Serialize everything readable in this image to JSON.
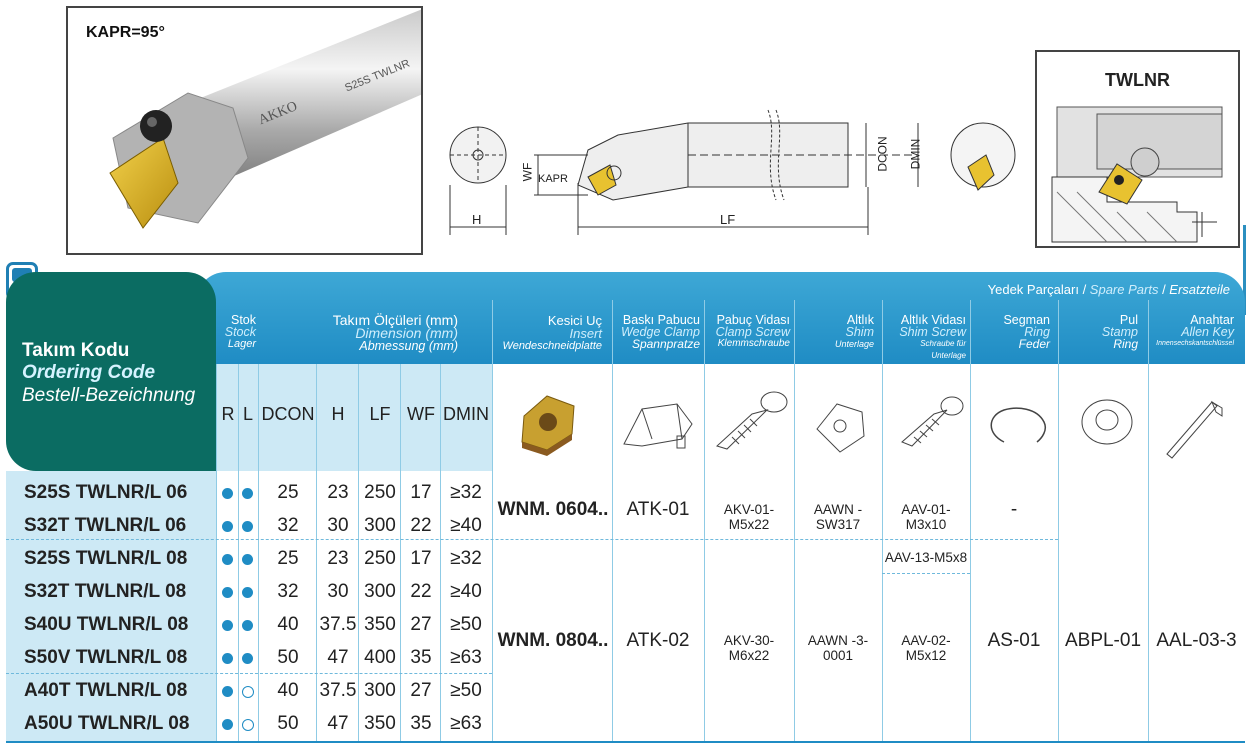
{
  "photo": {
    "kapr_label": "KAPR=95°",
    "brand_text": "AKKO",
    "tool_text": "S25S TWLNR"
  },
  "drawing": {
    "wf": "WF",
    "kapr": "KAPR",
    "h": "H",
    "lf": "LF",
    "dcon": "DCON",
    "dmin": "DMIN"
  },
  "twlnr_box": {
    "title": "TWLNR"
  },
  "spare_parts": {
    "tr": "Yedek Parçaları",
    "sep1": " / ",
    "en": "Spare Parts",
    "sep2": " / ",
    "de": "Ersatzteile"
  },
  "ordering_code": {
    "tr": "Takım Kodu",
    "en": "Ordering Code",
    "de": "Bestell-Bezeichnung"
  },
  "columns": {
    "stock": {
      "tr": "Stok",
      "en": "Stock",
      "de": "Lager"
    },
    "dimension": {
      "tr": "Takım Ölçüleri (mm)",
      "en": "Dimension (mm)",
      "de": "Abmessung (mm)"
    },
    "insert": {
      "tr": "Kesici Uç",
      "en": "Insert",
      "de": "Wendeschneidplatte"
    },
    "wedge": {
      "tr": "Baskı Pabucu",
      "en": "Wedge Clamp",
      "de": "Spannpratze"
    },
    "clamp_screw": {
      "tr": "Pabuç Vidası",
      "en": "Clamp Screw",
      "de": "Klemmschraube"
    },
    "shim": {
      "tr": "Altlık",
      "en": "Shim",
      "de": "Unterlage"
    },
    "shim_screw": {
      "tr": "Altlık Vidası",
      "en": "Shim Screw",
      "de": "Schraube für Unterlage"
    },
    "ring": {
      "tr": "Segman",
      "en": "Ring",
      "de": "Feder"
    },
    "stamp": {
      "tr": "Pul",
      "en": "Stamp",
      "de": "Ring"
    },
    "key": {
      "tr": "Anahtar",
      "en": "Allen Key",
      "de": "Innensechskantschlüssel"
    }
  },
  "subheaders": {
    "r": "R",
    "l": "L",
    "dcon": "DCON",
    "h": "H",
    "lf": "LF",
    "wf": "WF",
    "dmin": "DMIN"
  },
  "rows": [
    {
      "code": "S25S TWLNR/L 06",
      "r": "filled",
      "l": "filled",
      "dcon": "25",
      "h": "23",
      "lf": "250",
      "wf": "17",
      "dmin": "≥32"
    },
    {
      "code": "S32T TWLNR/L 06",
      "r": "filled",
      "l": "filled",
      "dcon": "32",
      "h": "30",
      "lf": "300",
      "wf": "22",
      "dmin": "≥40"
    },
    {
      "code": "S25S TWLNR/L 08",
      "r": "filled",
      "l": "filled",
      "dcon": "25",
      "h": "23",
      "lf": "250",
      "wf": "17",
      "dmin": "≥32"
    },
    {
      "code": "S32T TWLNR/L 08",
      "r": "filled",
      "l": "filled",
      "dcon": "32",
      "h": "30",
      "lf": "300",
      "wf": "22",
      "dmin": "≥40"
    },
    {
      "code": "S40U TWLNR/L 08",
      "r": "filled",
      "l": "filled",
      "dcon": "40",
      "h": "37.5",
      "lf": "350",
      "wf": "27",
      "dmin": "≥50"
    },
    {
      "code": "S50V TWLNR/L 08",
      "r": "filled",
      "l": "filled",
      "dcon": "50",
      "h": "47",
      "lf": "400",
      "wf": "35",
      "dmin": "≥63"
    },
    {
      "code": "A40T TWLNR/L 08",
      "r": "filled",
      "l": "hollow",
      "dcon": "40",
      "h": "37.5",
      "lf": "300",
      "wf": "27",
      "dmin": "≥50"
    },
    {
      "code": "A50U TWLNR/L 08",
      "r": "filled",
      "l": "hollow",
      "dcon": "50",
      "h": "47",
      "lf": "350",
      "wf": "35",
      "dmin": "≥63"
    }
  ],
  "group06": {
    "insert": "WNM. 0604..",
    "wedge": "ATK-01",
    "clamp_screw": "AKV-01-M5x22",
    "shim": "AAWN -SW317",
    "shim_screw": "AAV-01-M3x10",
    "ring": "-"
  },
  "group08": {
    "insert": "WNM. 0804..",
    "wedge": "ATK-02",
    "clamp_screw": "AKV-30-M6x22",
    "shim": "AAWN -3-0001",
    "shim_screw_a": "AAV-13-M5x8",
    "shim_screw_b": "AAV-02-M5x12",
    "ring": "AS-01"
  },
  "common": {
    "stamp": "ABPL-01",
    "key": "AAL-03-3"
  },
  "colors": {
    "accent": "#1f8cc4",
    "code_panel": "#0b6c62",
    "row_tint": "#cde9f5",
    "insert_gold": "#c8a030"
  }
}
